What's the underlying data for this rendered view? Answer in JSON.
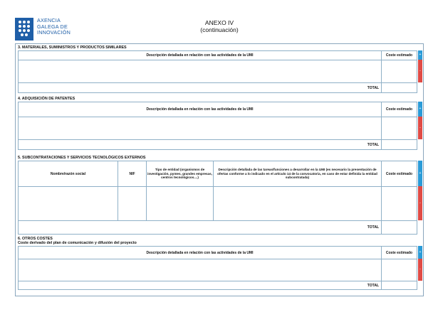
{
  "header": {
    "logo_lines": [
      "AXENCIA",
      "GALEGA DE",
      "INNOVACIÓN"
    ],
    "annex_title": "ANEXO IV",
    "annex_subtitle": "(continuación)"
  },
  "sections": {
    "materials": {
      "title": "3. MATERIALES, SUMINISTROS Y PRODUCTOS SIMILARES",
      "col_description": "Descripción detallada en relación con las actividades de la UMI",
      "col_cost": "Coste estimado",
      "total_label": "TOTAL"
    },
    "patents": {
      "title": "4. ADQUISICIÓN DE PATENTES",
      "col_description": "Descripción detallada en relación con las actividades de la UMI",
      "col_cost": "Coste estimado",
      "total_label": "TOTAL"
    },
    "subcontracting": {
      "title": "5. SUBCONTRATACIONES Y SERVICIOS TECNOLÓGICOS EXTERNOS",
      "col_name": "Nombre/razón social",
      "col_nif": "NIF",
      "col_entity_type": "Tipo de entidad (organismos de investigación, pymes, grandes empresas, centros tecnológicos....)",
      "col_description": "Descripción detallada de las tareas/funciones a desarrollar en la UMI (es necesario la presentación de ofertas conforme a lo indicado en el artículo 14 de la convocatoria, en caso de estar definida la entidad subcontratada)",
      "col_cost": "Coste estimado",
      "total_label": "TOTAL"
    },
    "other": {
      "title": "6. OTROS COSTES",
      "subtitle": "Coste derivado del plan de comunicación y difusión del proyecto",
      "col_description": "Descripción detallada en relación con las actividades de la UMI",
      "col_cost": "Coste estimado",
      "total_label": "TOTAL"
    }
  },
  "buttons": {
    "add_symbol": "+",
    "remove_symbol": "-"
  },
  "colors": {
    "add": "#2a9bd8",
    "remove": "#e04b45",
    "brand": "#1f5fa8",
    "border": "#8fb0c7"
  }
}
